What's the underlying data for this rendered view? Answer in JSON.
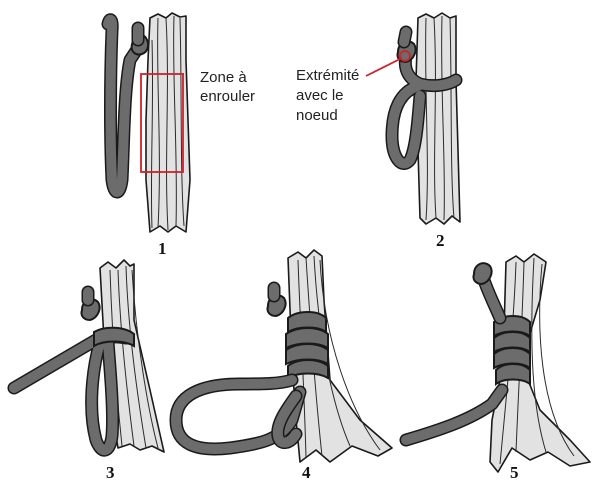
{
  "figure": {
    "annotations": {
      "zone_label_line1": "Zone à",
      "zone_label_line2": "enrouler",
      "end_label_line1": "Extrémité",
      "end_label_line2": "avec le",
      "end_label_line3": "noeud"
    },
    "steps": [
      {
        "number": "1"
      },
      {
        "number": "2"
      },
      {
        "number": "3"
      },
      {
        "number": "4"
      },
      {
        "number": "5"
      }
    ],
    "colors": {
      "cord": "#6c6c6c",
      "fibers": "#e2e2e2",
      "outline": "#1a1a1a",
      "highlight": "#d0202a"
    }
  }
}
